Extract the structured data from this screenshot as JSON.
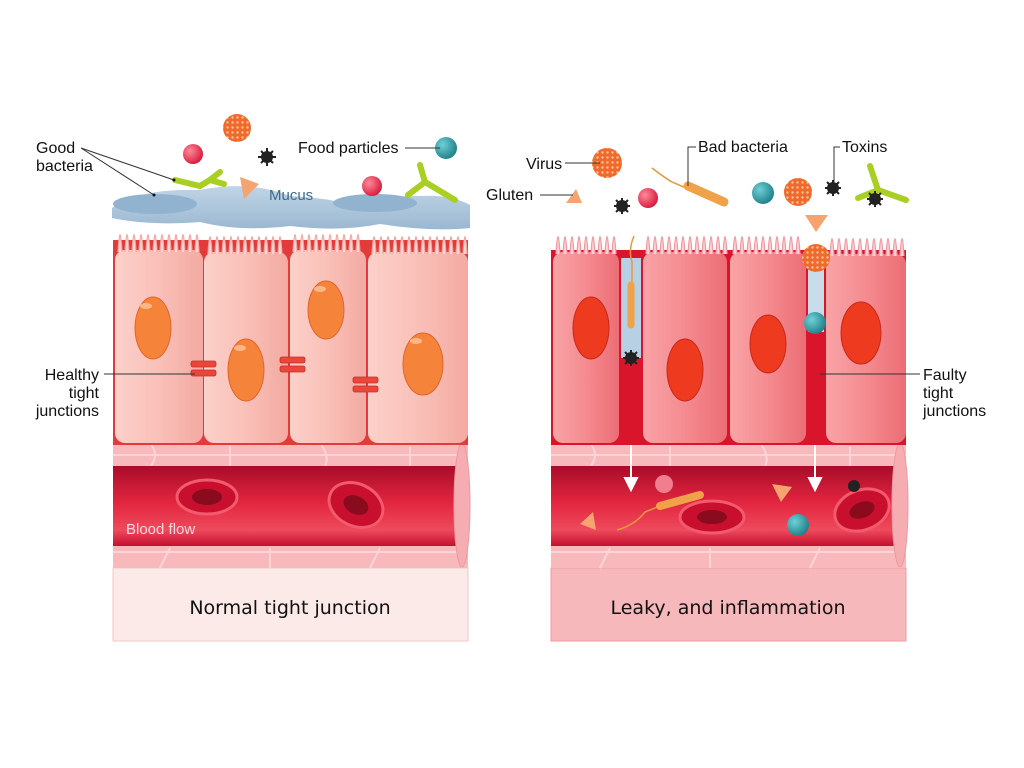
{
  "diagram": {
    "left_panel": {
      "caption": "Normal tight junction",
      "labels": {
        "good_bacteria_line1": "Good",
        "good_bacteria_line2": "bacteria",
        "food_particles": "Food particles",
        "mucus": "Mucus",
        "healthy_line1": "Healthy",
        "healthy_line2": "tight",
        "healthy_line3": "junctions",
        "blood_flow": "Blood flow"
      }
    },
    "right_panel": {
      "caption": "Leaky, and inflammation",
      "labels": {
        "virus": "Virus",
        "gluten": "Gluten",
        "bad_bacteria": "Bad bacteria",
        "toxins": "Toxins",
        "faulty_line1": "Faulty",
        "faulty_line2": "tight",
        "faulty_line3": "junctions"
      }
    },
    "colors": {
      "cell_normal": "#f9c0b8",
      "cell_leaky": "#f47f86",
      "nucleus_normal": "#f5833a",
      "nucleus_leaky": "#ee3a1e",
      "blood": "#d81a3c",
      "mucus": "#9fbfd9",
      "food_particle": "#2f9aa3",
      "virus": "#f26a2e",
      "good_bacteria": "#b7dd2f",
      "bad_bacteria": "#f0a24a",
      "gluten": "#f6b483",
      "toxin": "#222222",
      "red_particle": "#e8334f",
      "caption_bg_normal": "#fbeae7",
      "caption_bg_leaky": "#f7b8bc"
    }
  }
}
